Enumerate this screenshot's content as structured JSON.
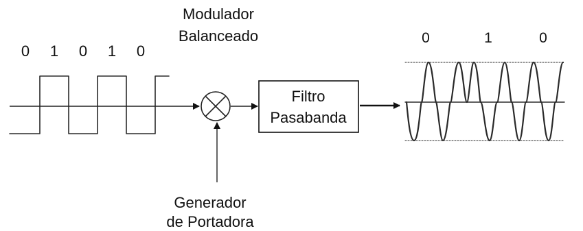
{
  "input_bits": [
    "0",
    "1",
    "0",
    "1",
    "0"
  ],
  "blocks": {
    "modulator": {
      "line1": "Modulador",
      "line2": "Balanceado"
    },
    "filter": {
      "line1": "Filtro",
      "line2": "Pasabanda"
    },
    "carrier_generator": {
      "line1": "Generador",
      "line2": "de Portadora"
    }
  },
  "output_bits": [
    {
      "label": "0",
      "color": "#111111"
    },
    {
      "label": "1",
      "color": "#111111"
    },
    {
      "label": "0",
      "color": "#8a8a8a"
    }
  ]
}
